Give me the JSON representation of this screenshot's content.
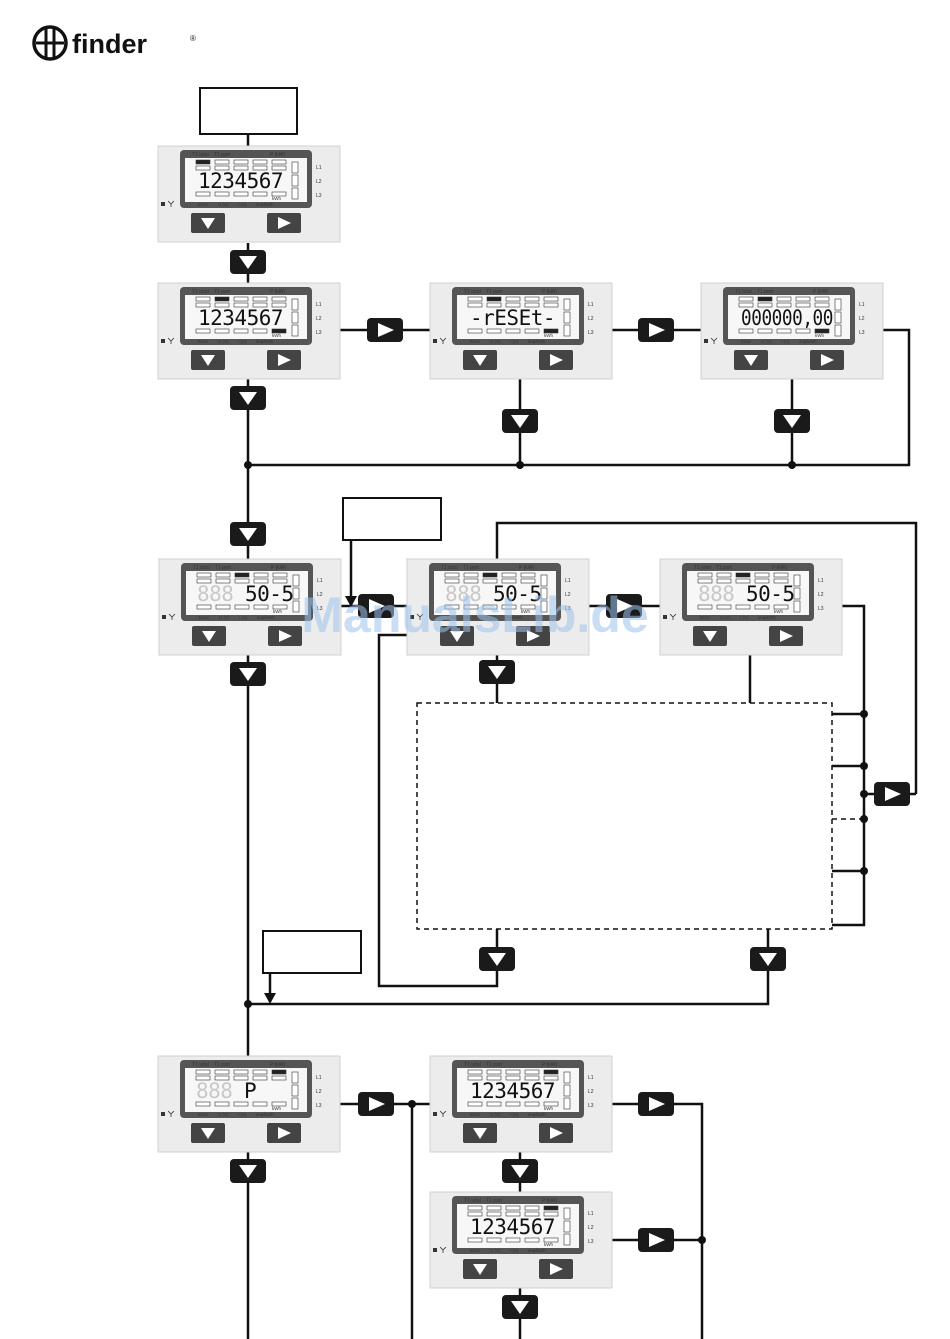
{
  "brand": {
    "name": "finder",
    "mark": "®"
  },
  "watermark": "ManualsLib.de",
  "meter_labels": {
    "t1_total": "T1 total",
    "t1_part": "T1 part",
    "p_kw": "P (kW)",
    "error": "Error",
    "u_v": "U (V)",
    "i_a": "I (A)",
    "imp_kwh": "imp/kWh",
    "kwh": "kWh",
    "l1": "L1",
    "l2": "L2",
    "l3": "L3"
  },
  "displays": [
    {
      "id": "d1",
      "ghost": "",
      "text": "1234567"
    },
    {
      "id": "d2",
      "ghost": "",
      "text": "1234567"
    },
    {
      "id": "d3",
      "ghost": "",
      "text": "-rESEt-"
    },
    {
      "id": "d4",
      "ghost": "",
      "text": "000000,00"
    },
    {
      "id": "d5",
      "ghost": "888",
      "text": "50-5"
    },
    {
      "id": "d6",
      "ghost": "888",
      "text": "50-5"
    },
    {
      "id": "d7",
      "ghost": "888",
      "text": "50-5"
    },
    {
      "id": "d8",
      "ghost": "888",
      "text": "P"
    },
    {
      "id": "d9",
      "ghost": "",
      "text": "1234567"
    },
    {
      "id": "d10",
      "ghost": "",
      "text": "1234567"
    }
  ]
}
